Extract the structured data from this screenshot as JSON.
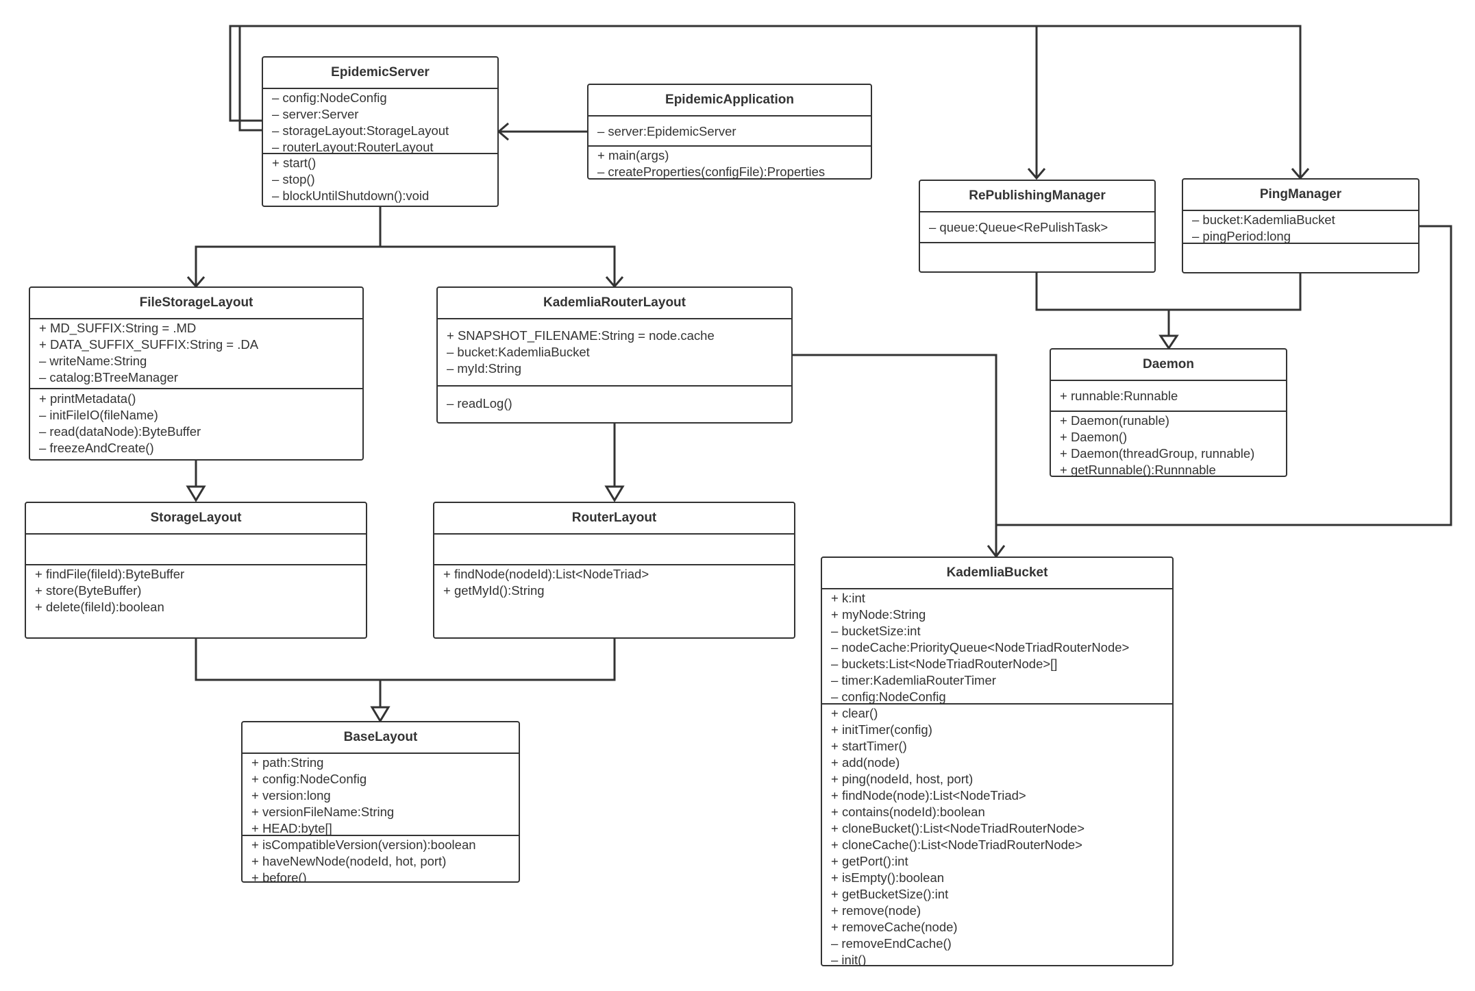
{
  "classes": {
    "epidemic_server": {
      "name": "EpidemicServer",
      "attributes": [
        "– config:NodeConfig",
        "– server:Server",
        "– storageLayout:StorageLayout",
        "– routerLayout:RouterLayout"
      ],
      "methods": [
        "+ start()",
        "– stop()",
        "– blockUntilShutdown():void"
      ]
    },
    "epidemic_application": {
      "name": "EpidemicApplication",
      "attributes": [
        "– server:EpidemicServer"
      ],
      "methods": [
        "+ main(args)",
        "– createProperties(configFile):Properties"
      ]
    },
    "republishing_manager": {
      "name": "RePublishingManager",
      "attributes": [
        "– queue:Queue<RePulishTask>"
      ],
      "methods": []
    },
    "ping_manager": {
      "name": "PingManager",
      "attributes": [
        "– bucket:KademliaBucket",
        "– pingPeriod:long"
      ],
      "methods": []
    },
    "file_storage_layout": {
      "name": "FileStorageLayout",
      "attributes": [
        "+ MD_SUFFIX:String = .MD",
        "+ DATA_SUFFIX_SUFFIX:String = .DA",
        "– writeName:String",
        "– catalog:BTreeManager"
      ],
      "methods": [
        "+ printMetadata()",
        "– initFileIO(fileName)",
        "– read(dataNode):ByteBuffer",
        "– freezeAndCreate()"
      ]
    },
    "kademlia_router_layout": {
      "name": "KademliaRouterLayout",
      "attributes": [
        "+ SNAPSHOT_FILENAME:String = node.cache",
        "– bucket:KademliaBucket",
        "– myId:String"
      ],
      "methods": [
        "– readLog()"
      ]
    },
    "daemon": {
      "name": "Daemon",
      "attributes": [
        "+ runnable:Runnable"
      ],
      "methods": [
        "+ Daemon(runable)",
        "+ Daemon()",
        "+ Daemon(threadGroup, runnable)",
        "+ getRunnable():Runnnable"
      ]
    },
    "storage_layout": {
      "name": "StorageLayout",
      "attributes": [],
      "methods": [
        "+ findFile(fileId):ByteBuffer",
        "+ store(ByteBuffer)",
        "+ delete(fileId):boolean"
      ]
    },
    "router_layout": {
      "name": "RouterLayout",
      "attributes": [],
      "methods": [
        "+ findNode(nodeId):List<NodeTriad>",
        "+ getMyId():String"
      ]
    },
    "kademlia_bucket": {
      "name": "KademliaBucket",
      "attributes": [
        "+ k:int",
        "+ myNode:String",
        "– bucketSize:int",
        "– nodeCache:PriorityQueue<NodeTriadRouterNode>",
        "– buckets:List<NodeTriadRouterNode>[]",
        "– timer:KademliaRouterTimer",
        "– config:NodeConfig"
      ],
      "methods": [
        "+ clear()",
        "+ initTimer(config)",
        "+ startTimer()",
        "+ add(node)",
        "+ ping(nodeId, host, port)",
        "+ findNode(node):List<NodeTriad>",
        "+ contains(nodeId):boolean",
        "+ cloneBucket():List<NodeTriadRouterNode>",
        "+ cloneCache():List<NodeTriadRouterNode>",
        "+ getPort():int",
        "+ isEmpty():boolean",
        "+ getBucketSize():int",
        "+ remove(node)",
        "+ removeCache(node)",
        "– removeEndCache()",
        "– init()"
      ]
    },
    "base_layout": {
      "name": "BaseLayout",
      "attributes": [
        "+ path:String",
        "+ config:NodeConfig",
        "+ version:long",
        "+ versionFileName:String",
        "+ HEAD:byte[]"
      ],
      "methods": [
        "+ isCompatibleVersion(version):boolean",
        "+ haveNewNode(nodeId, hot, port)",
        "+ before()"
      ]
    }
  }
}
